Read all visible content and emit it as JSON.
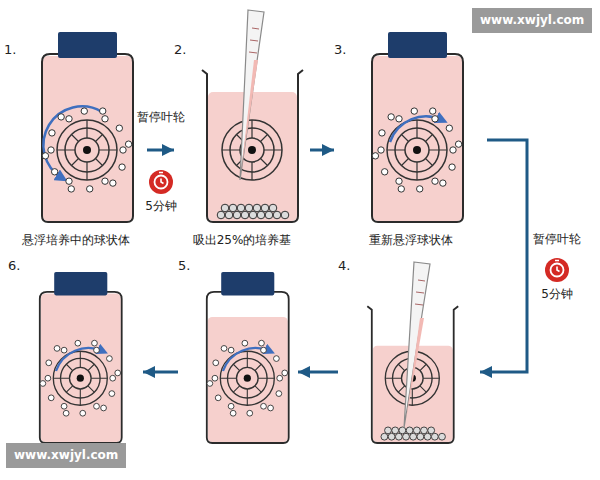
{
  "diagram": {
    "nodes": [
      {
        "text": [
          "1.",
          "悬浮培养中的球状体"
        ]
      },
      {
        "text": [
          "2.",
          "吸出25%的培养基"
        ]
      },
      {
        "text": [
          "3.",
          "重新悬浮球状体"
        ]
      },
      {
        "text": [
          "4."
        ]
      },
      {
        "text": [
          "5."
        ]
      },
      {
        "text": [
          "6."
        ]
      }
    ],
    "edges": [
      {
        "from": 0,
        "to": 1,
        "arrow": "to",
        "label": "暂停叶轮"
      },
      {
        "from": 1,
        "to": 2,
        "arrow": "to"
      },
      {
        "from": 2,
        "to": 3,
        "arrow": "to",
        "label": "暂停叶轮"
      },
      {
        "from": 3,
        "to": 4,
        "arrow": "to"
      },
      {
        "from": 4,
        "to": 5,
        "arrow": "to"
      }
    ],
    "labels": [
      "5分钟",
      "5分钟",
      "www.xwjyl.com",
      "www.xwjyl.com"
    ]
  }
}
